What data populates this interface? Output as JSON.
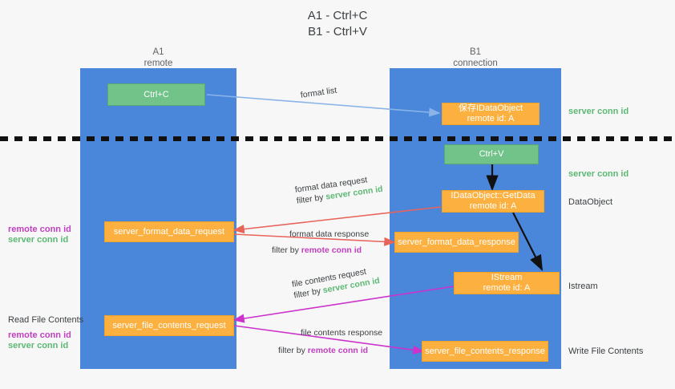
{
  "title": {
    "line1": "A1 - Ctrl+C",
    "line2": "B1 - Ctrl+V"
  },
  "lanes": [
    {
      "id": "a1",
      "name": "A1",
      "sub": "remote"
    },
    {
      "id": "b1",
      "name": "B1",
      "sub": "connection"
    }
  ],
  "colors": {
    "lane": "#4a86da",
    "green_box": "#72c38a",
    "orange_box": "#fbb040",
    "server_conn": "#5cb874",
    "remote_conn": "#c040c0",
    "arrow_blue": "#8ab4e8",
    "arrow_red": "#e8645a",
    "arrow_magenta": "#cc33cc",
    "arrow_black": "#111111",
    "background": "#f7f7f7"
  },
  "boxes": {
    "ctrl_c": {
      "label": "Ctrl+C"
    },
    "ctrl_v": {
      "label": "Ctrl+V"
    },
    "save_idataobject": {
      "line1": "保存IDataObject",
      "line2": "remote id: A"
    },
    "getdata": {
      "line1": "IDataObject::GetData",
      "line2": "remote id: A"
    },
    "istream": {
      "line1": "IStream",
      "line2": "remote id: A"
    },
    "server_format_data_request": {
      "label": "server_format_data_request"
    },
    "server_format_data_response": {
      "label": "server_format_data_response"
    },
    "server_file_contents_request": {
      "label": "server_file_contents_request"
    },
    "server_file_contents_response": {
      "label": "server_file_contents_response"
    }
  },
  "right_labels": [
    {
      "text": "server conn id",
      "style": "green"
    },
    {
      "text": "server conn id",
      "style": "green"
    },
    {
      "text": "DataObject",
      "style": "plain"
    },
    {
      "text": "Istream",
      "style": "plain"
    },
    {
      "text": "Write File Contents",
      "style": "plain"
    }
  ],
  "left_labels": {
    "group1": [
      {
        "text": "remote conn id",
        "style": "purple"
      },
      {
        "text": "server conn id",
        "style": "green"
      }
    ],
    "read_file_contents": "Read File Contents",
    "group2": [
      {
        "text": "remote conn id",
        "style": "purple"
      },
      {
        "text": "server conn id",
        "style": "green"
      }
    ]
  },
  "edges": {
    "format_list": "format list",
    "format_data_request": {
      "main": "format data request",
      "filter_prefix": "filter by ",
      "filter_value": "server conn id",
      "filter_style": "green"
    },
    "format_data_response": {
      "main": "format data response",
      "filter_prefix": "filter by ",
      "filter_value": "remote conn id",
      "filter_style": "purple"
    },
    "file_contents_request": {
      "main": "file contents request",
      "filter_prefix": "filter by ",
      "filter_value": "server conn id",
      "filter_style": "green"
    },
    "file_contents_response": {
      "main": "file contents response",
      "filter_prefix": "filter by ",
      "filter_value": "remote conn id",
      "filter_style": "purple"
    }
  }
}
